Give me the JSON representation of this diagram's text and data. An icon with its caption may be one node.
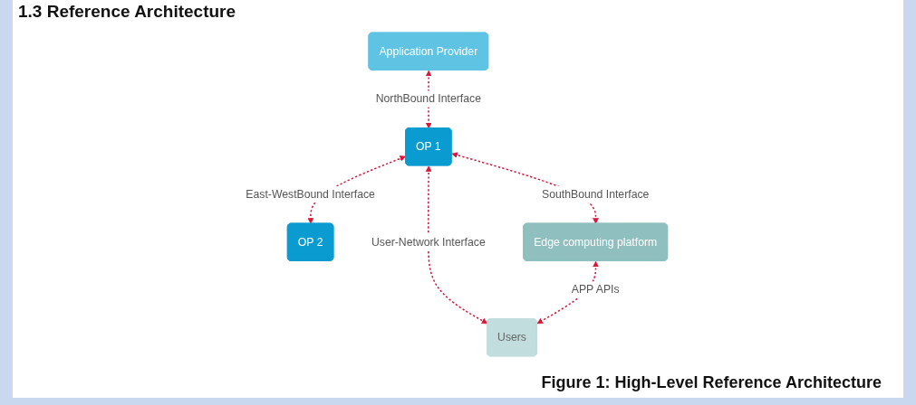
{
  "diagram": {
    "title": "1.3 Reference Architecture",
    "caption": "Figure 1: High-Level Reference Architecture",
    "nodes": [
      {
        "text": [
          "Application Provider"
        ]
      },
      {
        "text": [
          "OP 1"
        ]
      },
      {
        "text": [
          "OP 2"
        ]
      },
      {
        "text": [
          "Edge computing platform"
        ]
      },
      {
        "text": [
          "Users"
        ]
      }
    ],
    "edges": [
      {
        "from": 0,
        "to": 1,
        "arrow": "both",
        "label": "NorthBound Interface",
        "style": "dashed"
      },
      {
        "from": 1,
        "to": 2,
        "arrow": "both",
        "label": "East-WestBound Interface",
        "style": "dashed"
      },
      {
        "from": 1,
        "to": 3,
        "arrow": "both",
        "label": "SouthBound Interface",
        "style": "dashed"
      },
      {
        "from": 1,
        "to": 4,
        "arrow": "both",
        "label": "User-Network Interface",
        "style": "dashed"
      },
      {
        "from": 3,
        "to": 4,
        "arrow": "both",
        "label": "APP APIs",
        "style": "dashed"
      }
    ]
  }
}
